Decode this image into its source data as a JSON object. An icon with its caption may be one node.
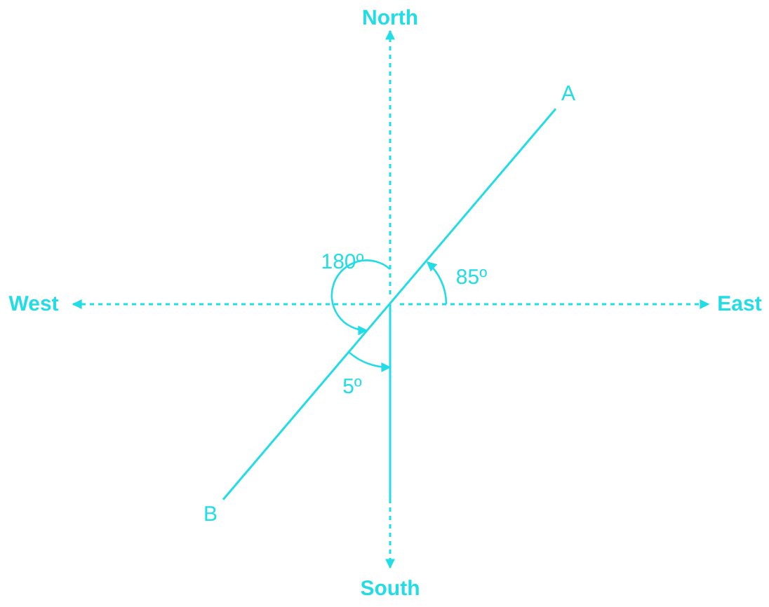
{
  "diagram": {
    "nodes": [
      {
        "text": [
          "A"
        ]
      },
      {
        "text": [
          "B"
        ]
      }
    ],
    "edges": [
      {
        "from": 0,
        "to": 1,
        "arrow": "none"
      }
    ],
    "labels": [
      "North",
      "180º",
      "85º",
      "West",
      "East",
      "5º",
      "South"
    ]
  }
}
